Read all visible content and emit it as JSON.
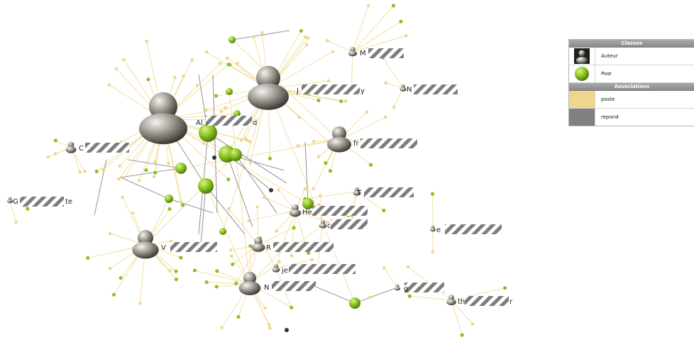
{
  "legend": {
    "classes_title": "Classes",
    "classes": [
      {
        "label": "Auteur",
        "icon": "person-icon"
      },
      {
        "label": "Post",
        "icon": "post-dot-icon",
        "color": "#8cc21e"
      }
    ],
    "associations_title": "Associations",
    "associations": [
      {
        "label": "poste",
        "color": "#f0d68c"
      },
      {
        "label": "repond",
        "color": "#808080"
      }
    ]
  },
  "colors": {
    "poste_edge": "#f3dfa3",
    "repond_edge": "#9a9a9a",
    "post_node": "#8cc21e",
    "author_node": "#6b6b6b",
    "redaction": "#7d7d7d"
  },
  "labels": {
    "m": "M",
    "j": "J",
    "j_end": "y",
    "n1": "N",
    "al": "Al",
    "al_end": "d",
    "c": "C",
    "fr": "fr",
    "g": "G",
    "g_end": "te",
    "t": "T",
    "he": "He",
    "c2": "c",
    "e": "e",
    "v": "V",
    "r": "R",
    "je": "je",
    "n2": "N",
    "g2": "g",
    "th": "th",
    "th_end": "r"
  }
}
